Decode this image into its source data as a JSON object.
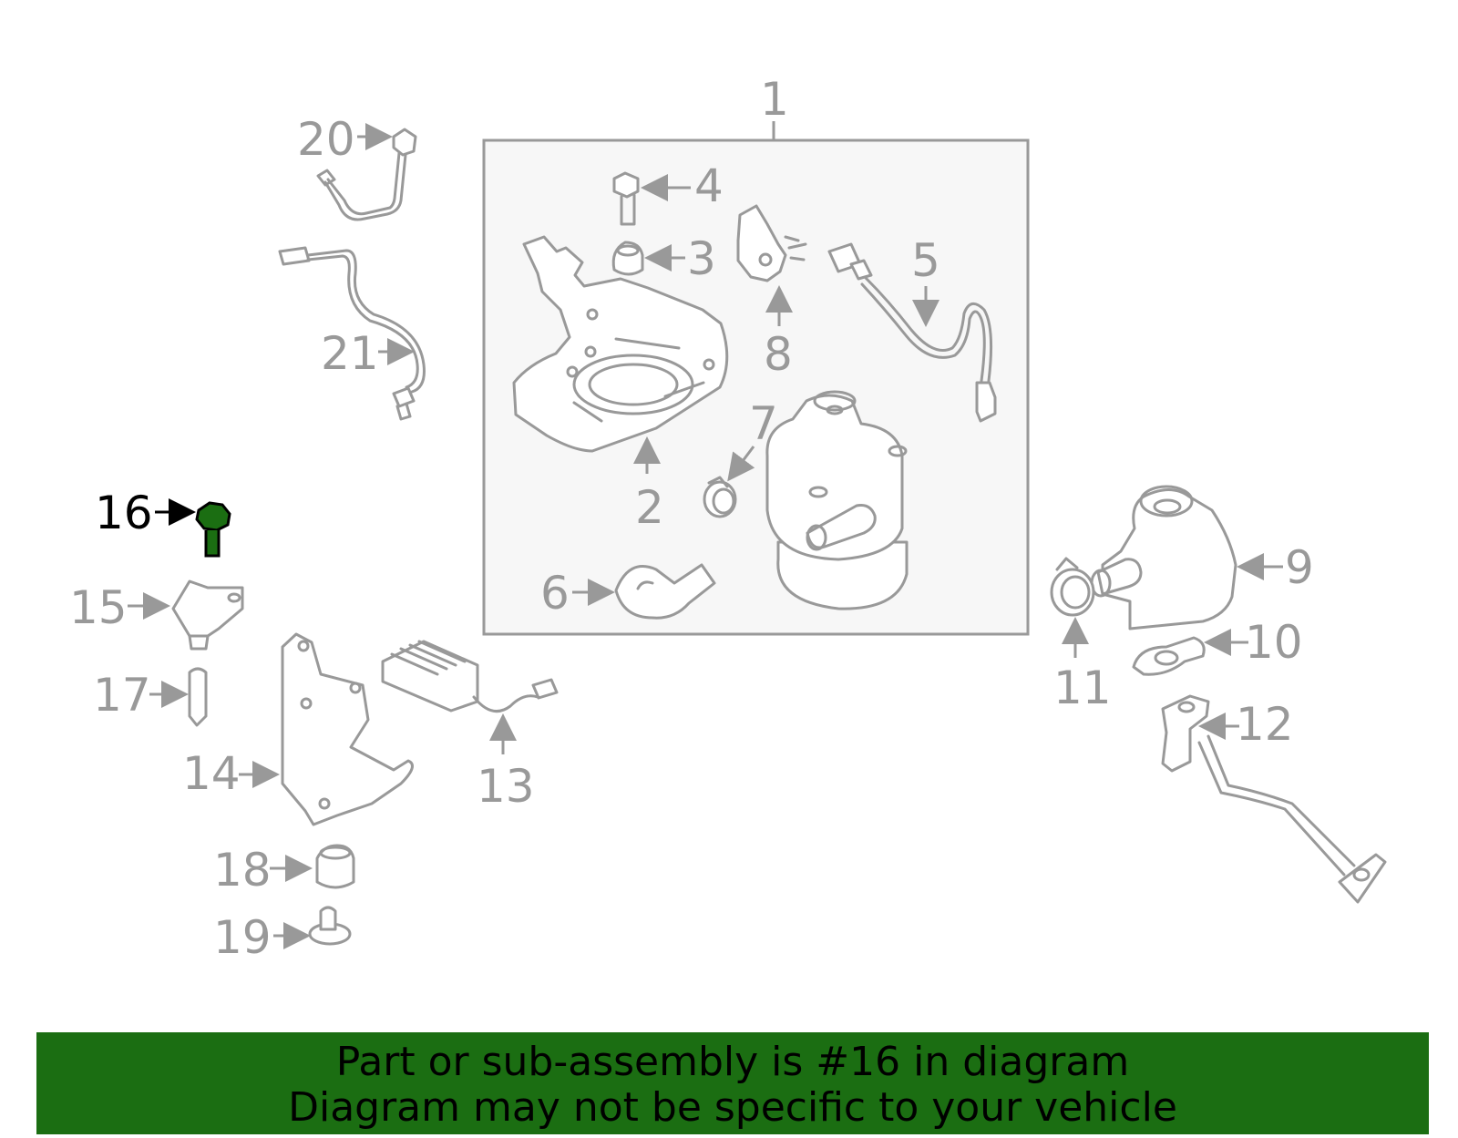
{
  "callouts": {
    "c1": "1",
    "c2": "2",
    "c3": "3",
    "c4": "4",
    "c5": "5",
    "c6": "6",
    "c7": "7",
    "c8": "8",
    "c9": "9",
    "c10": "10",
    "c11": "11",
    "c12": "12",
    "c13": "13",
    "c14": "14",
    "c15": "15",
    "c16": "16",
    "c17": "17",
    "c18": "18",
    "c19": "19",
    "c20": "20",
    "c21": "21"
  },
  "highlight": {
    "part_number": "16",
    "color": "#1b6e12"
  },
  "colors": {
    "part_line": "#999999",
    "box_fill": "#f7f7f7",
    "banner": "#1b6e12"
  },
  "footer": {
    "line1": "Part or sub-assembly is #16 in diagram",
    "line2": "Diagram may not be specific to your vehicle"
  }
}
